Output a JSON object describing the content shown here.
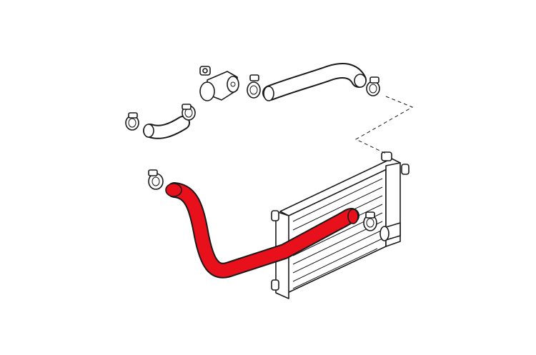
{
  "diagram": {
    "colors": {
      "line": "#1a1a1a",
      "highlight": "#e8101a",
      "background": "#ffffff"
    },
    "parts": [
      "radiator",
      "upper-hose",
      "lower-hose-highlighted",
      "thermostat-housing",
      "small-hose",
      "hose-clamps"
    ]
  }
}
